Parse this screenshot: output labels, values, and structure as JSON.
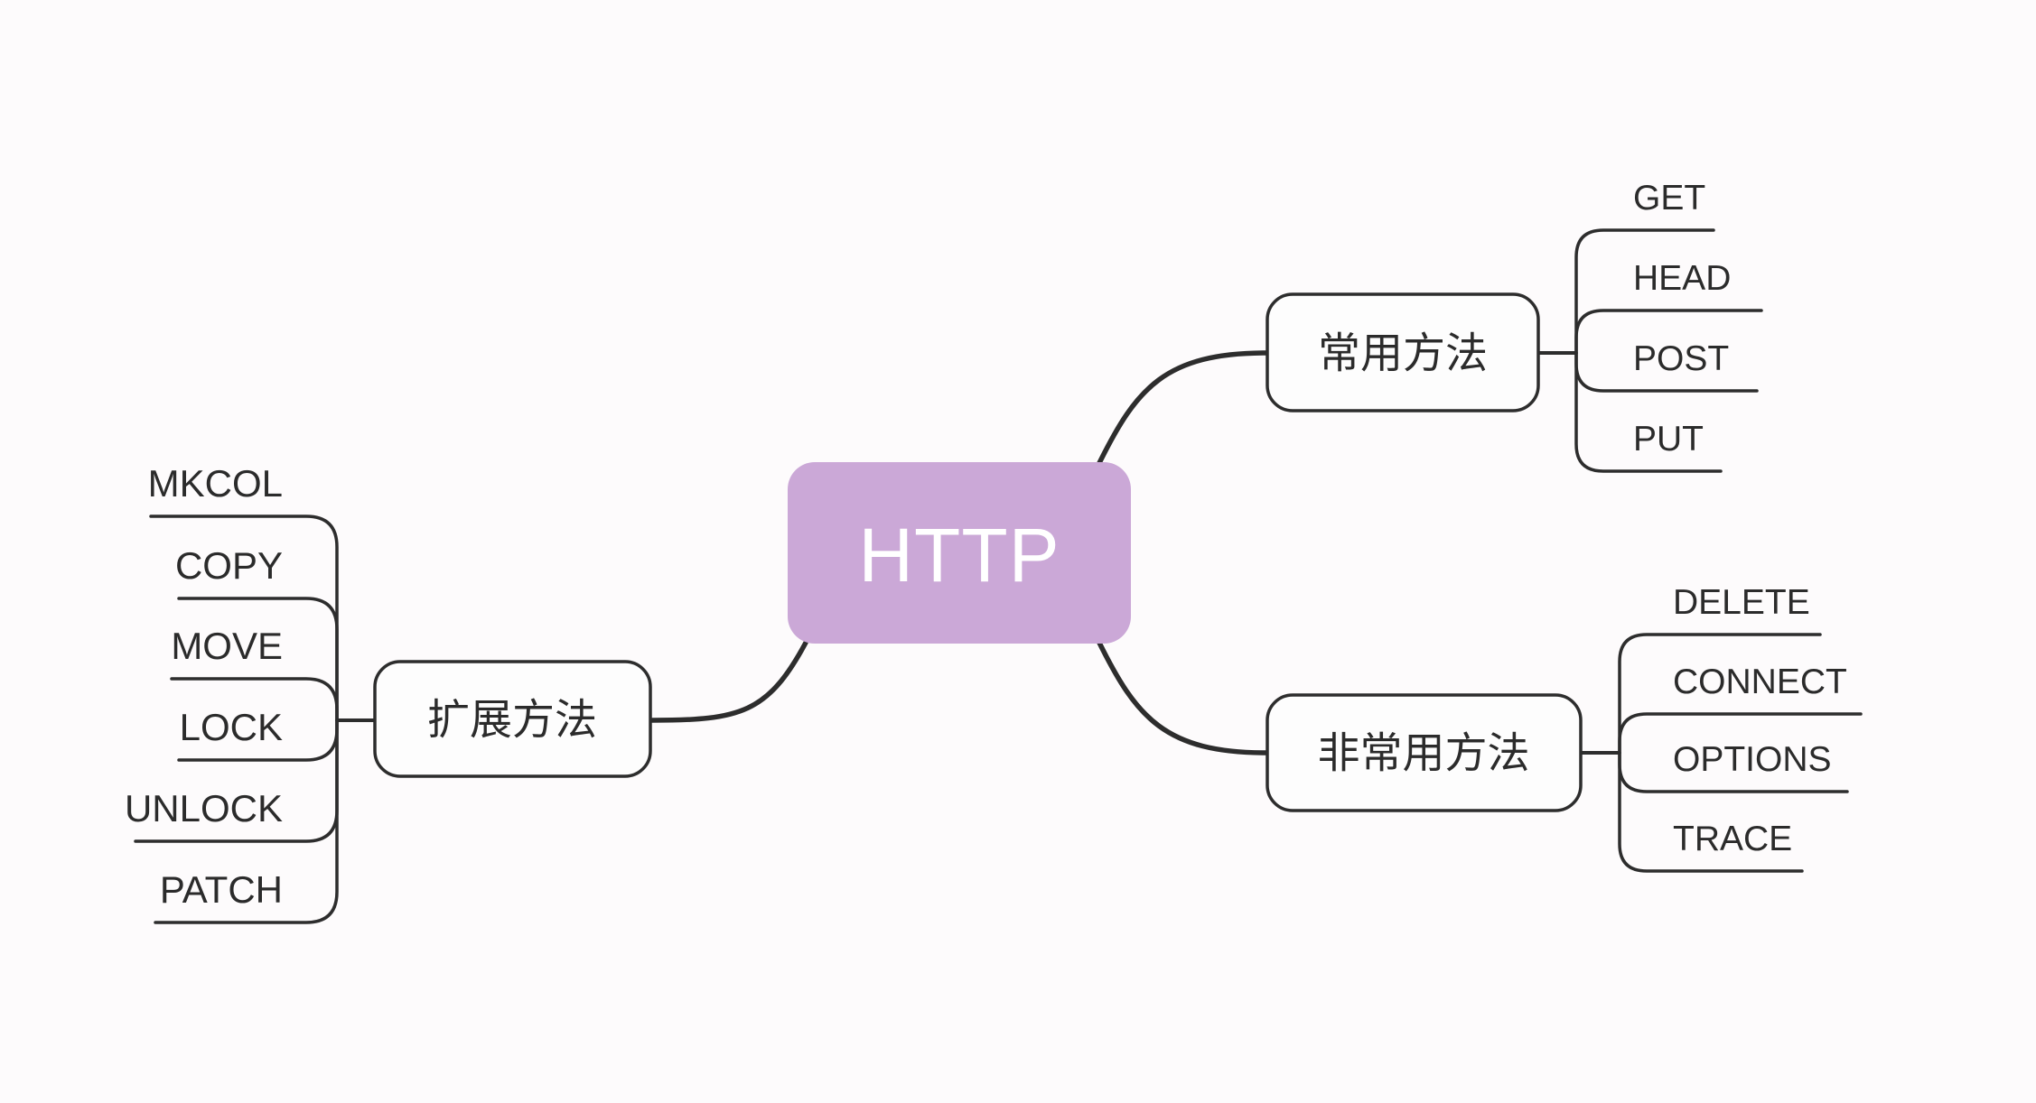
{
  "app": {
    "type": "mind-map-canvas"
  },
  "colors": {
    "background": "#fdfbfc",
    "line": "#2d2d2d",
    "text": "#2b2b2b",
    "root_fill": "#cba8d7",
    "root_text": "#ffffff",
    "node_fill": "#fdfdfd"
  },
  "root": {
    "label": "HTTP"
  },
  "branches": [
    {
      "label": "常用方法",
      "children": [
        "GET",
        "HEAD",
        "POST",
        "PUT"
      ]
    },
    {
      "label": "非常用方法",
      "children": [
        "DELETE",
        "CONNECT",
        "OPTIONS",
        "TRACE"
      ]
    },
    {
      "label": "扩展方法",
      "children": [
        "MKCOL",
        "COPY",
        "MOVE",
        "LOCK",
        "UNLOCK",
        "PATCH"
      ]
    }
  ]
}
